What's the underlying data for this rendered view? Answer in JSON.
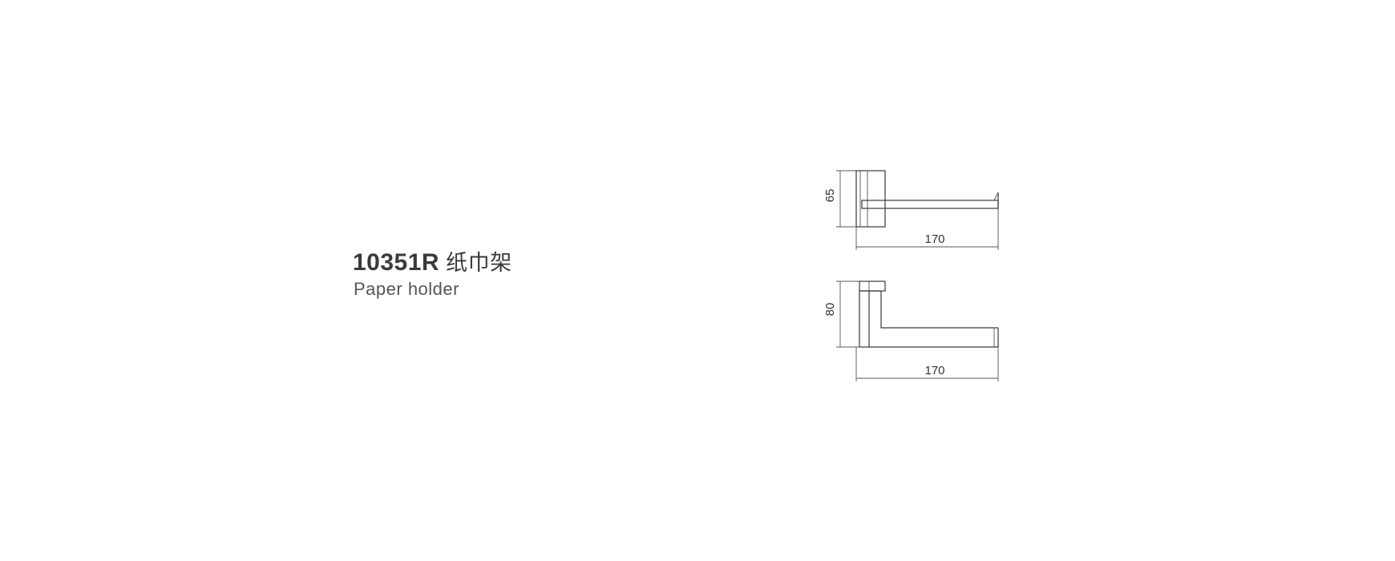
{
  "product": {
    "code": "10351R",
    "name_cn": "纸巾架",
    "name_en": "Paper holder"
  },
  "top_view": {
    "height_dim": "65",
    "width_dim": "170"
  },
  "front_view": {
    "height_dim": "80",
    "width_dim": "170"
  },
  "colors": {
    "line": "#3a3a3a",
    "text": "#3a3a3a"
  }
}
